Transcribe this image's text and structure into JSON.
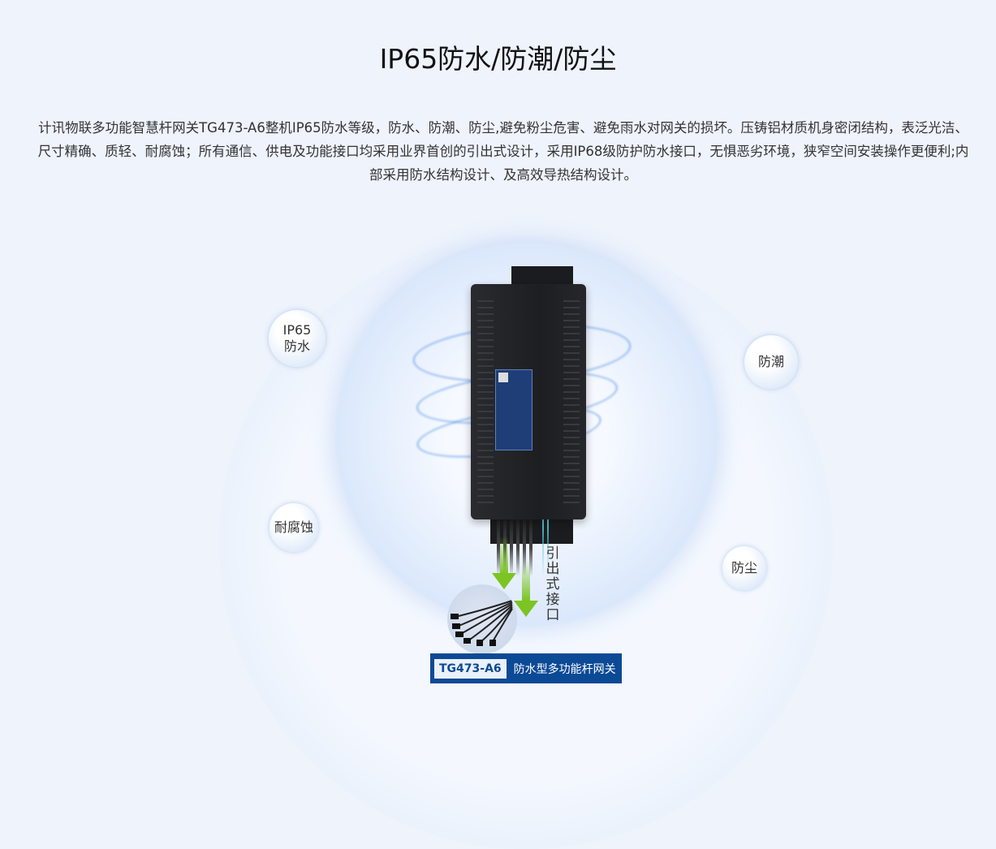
{
  "title": "IP65防水/防潮/防尘",
  "description": "计讯物联多功能智慧杆网关TG473-A6整机IP65防水等级，防水、防潮、防尘,避免粉尘危害、避免雨水对网关的损坏。压铸铝材质机身密闭结构，表泛光洁、尺寸精确、质轻、耐腐蚀；所有通信、供电及功能接口均采用业界首创的引出式设计，采用IP68级防护防水接口，无惧恶劣环境，狭窄空间安装操作更便利;内部采用防水结构设计、及高效导热结构设计。",
  "features": [
    "IP65\n防水",
    "防潮",
    "耐腐蚀",
    "防尘"
  ],
  "interface_label": "引出式接口",
  "badge": {
    "model": "TG473-A6",
    "name": "防水型多功能杆网关"
  },
  "colors": {
    "background": "#eef3fc",
    "badge": "#0c4a96",
    "arrow": "#7cc423"
  }
}
